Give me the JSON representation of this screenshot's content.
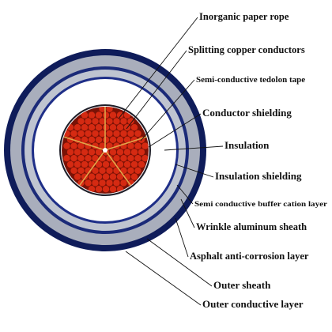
{
  "diagram": {
    "layer_colors": {
      "outer_conductive_layer": "#0f1c5a",
      "outer_sheath": "#a9aebc",
      "asphalt_layer": "#1b2a78",
      "aluminum_sheath": "#bfc4d0",
      "buffer_layer": "#1f2f88",
      "insulation": "#ffffff",
      "conductor_shielding": "#1e1e28",
      "copper_fill": "#d52a12",
      "copper_background": "#7a1206",
      "inorganic_rope": "#e0a64b",
      "semi_conductive_tape": "#f1f1f4"
    },
    "labels": [
      {
        "id": "inorganic-paper-rope",
        "text": "Inorganic paper rope"
      },
      {
        "id": "splitting-copper-conductors",
        "text": "Splitting copper conductors"
      },
      {
        "id": "semi-conductive-tedolon-tape",
        "text": "Semi-conductive tedolon tape"
      },
      {
        "id": "conductor-shielding",
        "text": "Conductor shielding"
      },
      {
        "id": "insulation",
        "text": "Insulation"
      },
      {
        "id": "insulation-shielding",
        "text": "Insulation shielding"
      },
      {
        "id": "semi-conductive-buffer-layer",
        "text": "Semi conductive buffer cation layer"
      },
      {
        "id": "wrinkle-aluminum-sheath",
        "text": "Wrinkle aluminum sheath"
      },
      {
        "id": "asphalt-anti-corrosion-layer",
        "text": "Asphalt anti-corrosion layer"
      },
      {
        "id": "outer-sheath",
        "text": "Outer sheath"
      },
      {
        "id": "outer-conductive-layer",
        "text": "Outer conductive layer"
      }
    ]
  }
}
